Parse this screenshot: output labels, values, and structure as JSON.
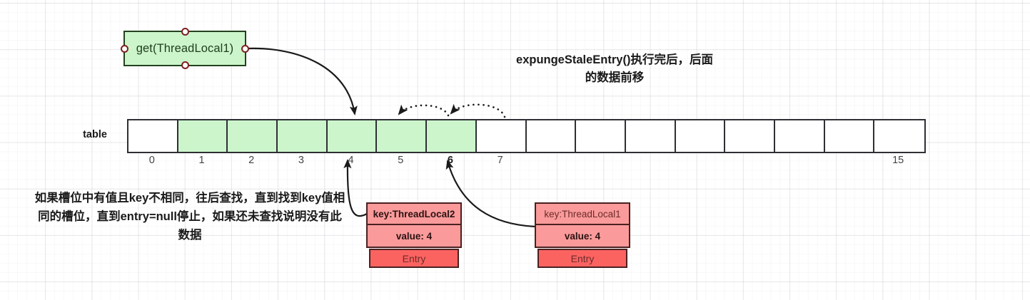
{
  "heading": "expungeStaleEntry()执行完后，后面的数据前移",
  "get_node": {
    "label": "get(ThreadLocal1)",
    "fill": "#ccf5cc",
    "stroke": "#23421f",
    "handle_color": "#7d2020"
  },
  "table": {
    "label": "table",
    "cell_count": 16,
    "green_indices": [
      1,
      2,
      3,
      4,
      5,
      6
    ],
    "green_fill": "#ccf5cc",
    "empty_fill": "#ffffff",
    "border": "#2e3033",
    "index_labels": [
      "0",
      "1",
      "2",
      "3",
      "4",
      "5",
      "6",
      "7",
      "",
      "",
      "",
      "",
      "",
      "",
      "",
      "15"
    ],
    "bold_index_labels": [
      "6"
    ]
  },
  "note": "如果槽位中有值且key不相同，往后查找，直到找到key值相同的槽位，直到entry=null停止，如果还未查找说明没有此数据",
  "entries": [
    {
      "key": "key:ThreadLocal2",
      "key_bold": true,
      "value": "value: 4",
      "value_bold": true,
      "footer": "Entry",
      "kv_fill": "#fa9a9a",
      "footer_fill": "#fb6361",
      "stroke": "#4a2020"
    },
    {
      "key": "key:ThreadLocal1",
      "key_bold": false,
      "value": "value: 4",
      "value_bold": true,
      "footer": "Entry",
      "kv_fill": "#fa9a9a",
      "footer_fill": "#fb6361",
      "stroke": "#4a2020"
    }
  ],
  "connectors": {
    "solid_stroke": "#1a1a1a",
    "dotted_stroke": "#1a1a1a",
    "descriptions": [
      "get-node-to-slot-4",
      "entry2-to-slot-4",
      "entry1-to-slot-6",
      "shift-arc-slot6-to-slot5",
      "shift-arc-slot7-to-slot6"
    ]
  }
}
